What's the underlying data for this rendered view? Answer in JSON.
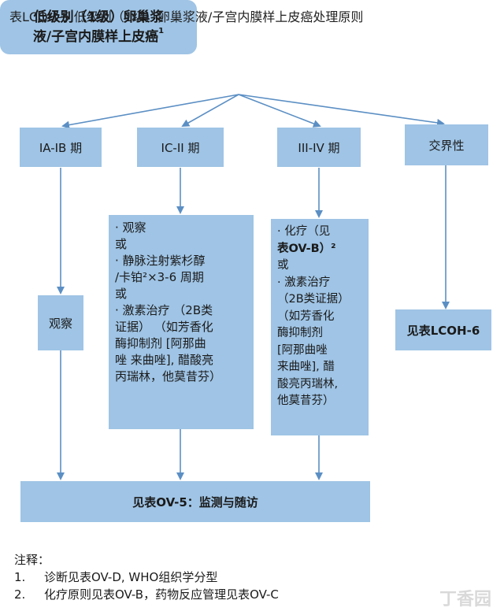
{
  "title": "表LCOH-5.低级别（1级）卵巢浆液/子宫内膜样上皮癌处理原则",
  "root": {
    "line1": "低级别（1级）卵巢浆",
    "line2": "液/子宫内膜样上皮癌",
    "sup": "1"
  },
  "stages": {
    "ia_ib": "IA-IB 期",
    "ic_ii": "IC-II 期",
    "iii_iv": "III-IV 期",
    "borderline": "交界性"
  },
  "ia_ib_action": "观察",
  "ic_ii_lines": [
    "· 观察",
    "或",
    "· 静脉注射紫杉醇",
    "/卡铂²×3-6 周期",
    "或",
    "· 激素治疗 （2B类",
    "证据） （如芳香化",
    "酶抑制剂 [阿那曲",
    "唑 来曲唑], 醋酸亮",
    "丙瑞林，他莫昔芬）"
  ],
  "iii_iv_lines": [
    "· 化疗（见",
    "表OV-B）²",
    "或",
    "· 激素治疗",
    "（2B类证据）",
    "（如芳香化",
    "酶抑制剂",
    "[阿那曲唑",
    "来曲唑], 醋",
    "酸亮丙瑞林,",
    "他莫昔芬）"
  ],
  "borderline_action": "见表LCOH-6",
  "followup": "见表OV-5：监测与随访",
  "notes": {
    "heading": "注释：",
    "items": [
      {
        "num": "1.",
        "text": "诊断见表OV-D, WHO组织学分型"
      },
      {
        "num": "2.",
        "text": "化疗原则见表OV-B，药物反应管理见表OV-C"
      }
    ]
  },
  "watermark": "丁香园"
}
